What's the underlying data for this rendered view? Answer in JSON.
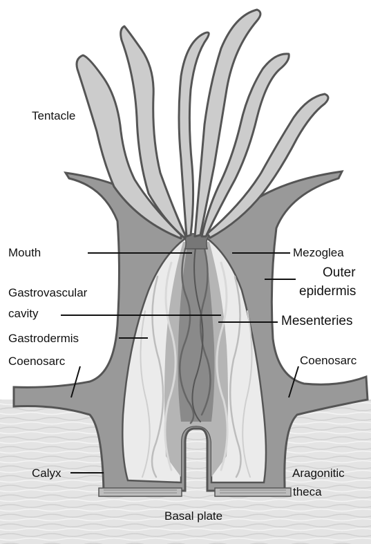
{
  "labels": {
    "tentacle": "Tentacle",
    "mouth": "Mouth",
    "gastrovascular_line1": "Gastrovascular",
    "gastrovascular_line2": "cavity",
    "gastrodermis": "Gastrodermis",
    "coenosarc_left": "Coenosarc",
    "coenosarc_right": "Coenosarc",
    "calyx": "Calyx",
    "basal_plate": "Basal plate",
    "mezoglea": "Mezoglea",
    "outer_epidermis_line1": "Outer",
    "outer_epidermis_line2": "epidermis",
    "mesenteries": "Mesenteries",
    "aragonitic_theca_line1": "Aragonitic",
    "aragonitic_theca_line2": "theca"
  },
  "colors": {
    "skeleton": "#e6e6e6",
    "tissue_dark": "#999999",
    "tentacle_fill": "#cccccc",
    "cavity_fill": "#ebebeb",
    "mesentery_fill": "#8a8a8a",
    "outline": "#555555",
    "leader_line": "#111111"
  }
}
